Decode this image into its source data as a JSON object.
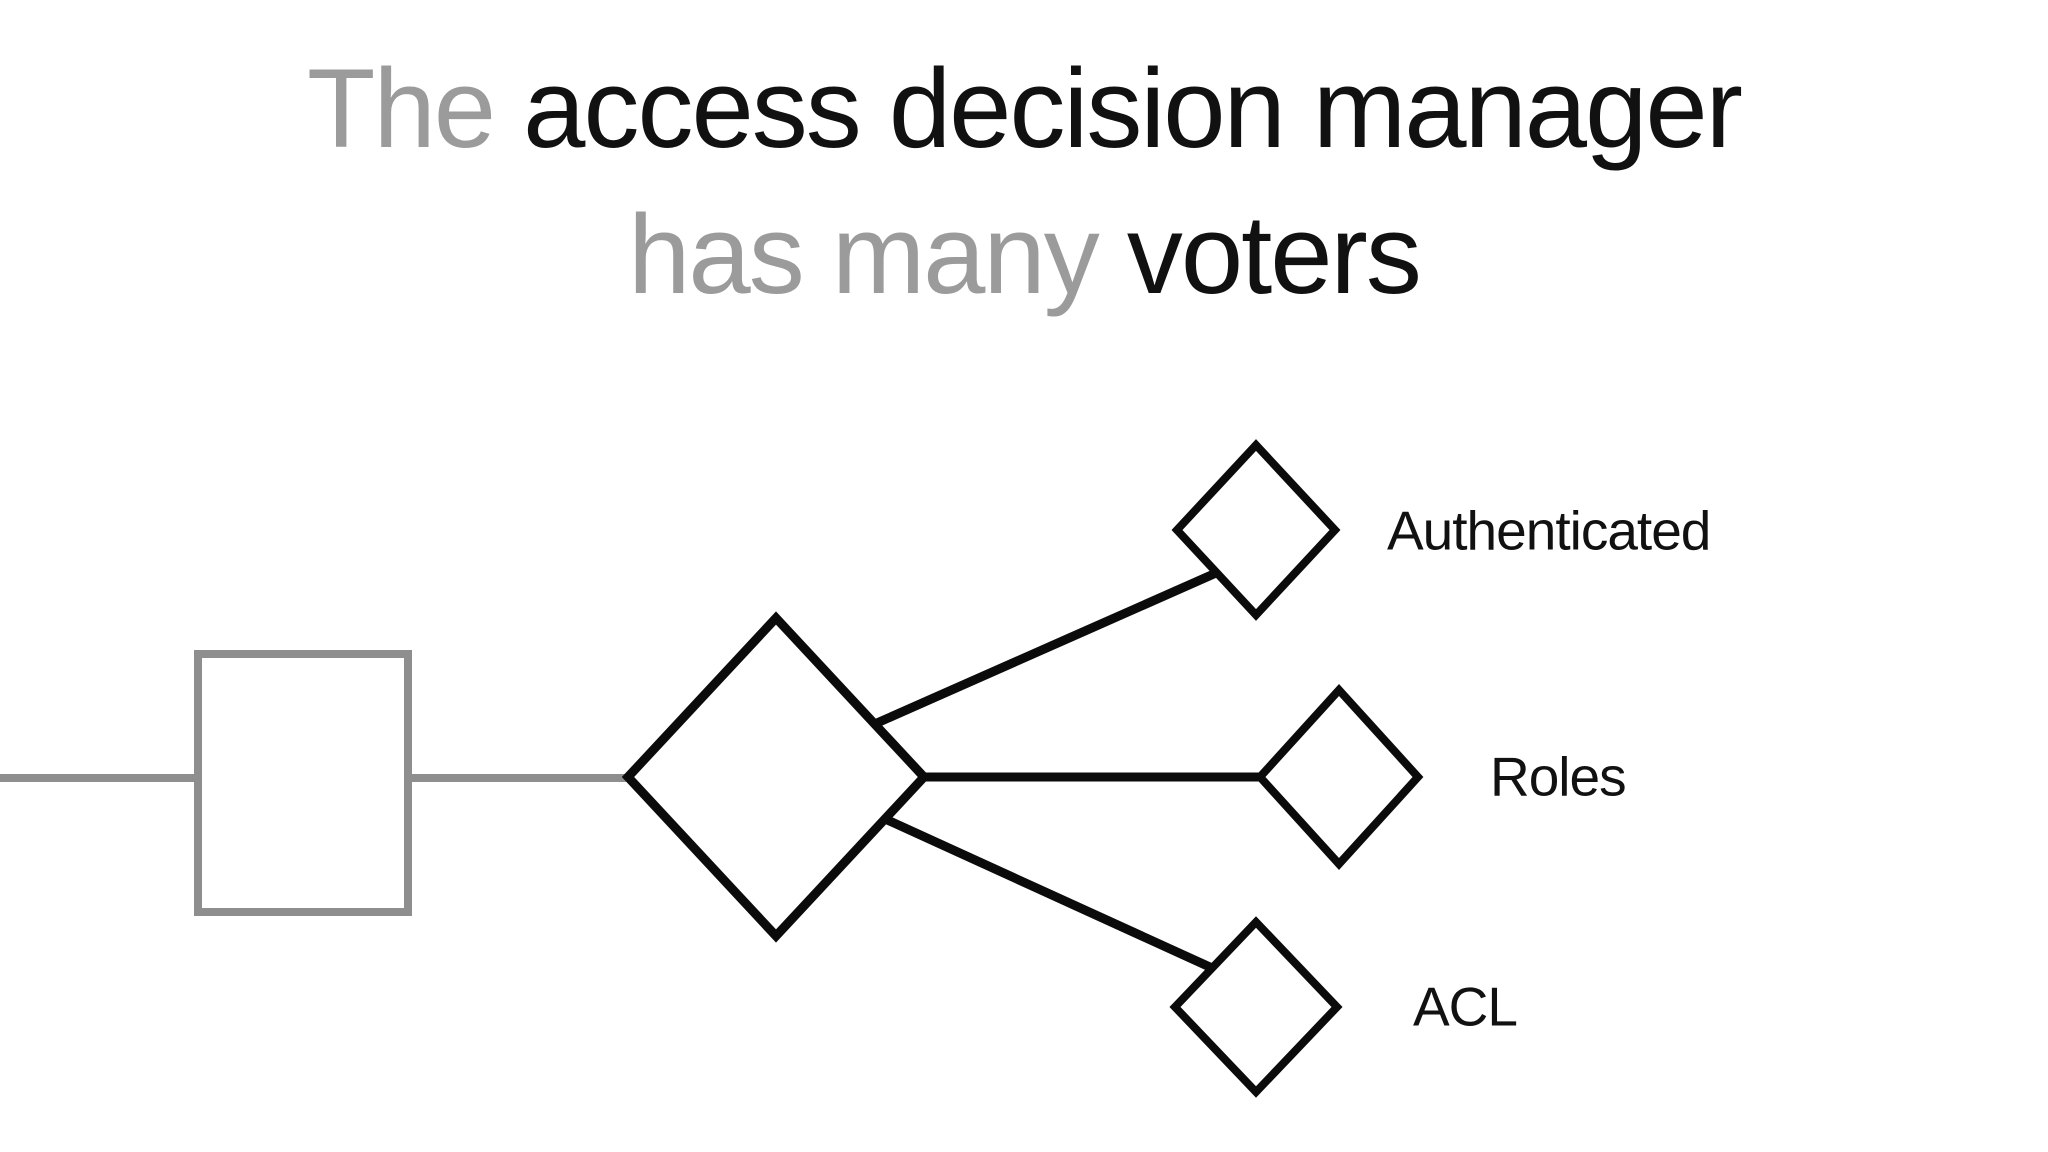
{
  "title": {
    "line1_gray": "The",
    "line1_black": "access decision manager",
    "line2_gray": "has many",
    "line2_black": "voters"
  },
  "diagram": {
    "voters": [
      {
        "label": "Authenticated"
      },
      {
        "label": "Roles"
      },
      {
        "label": "ACL"
      }
    ]
  },
  "colors": {
    "title_gray": "#9b9b9b",
    "text_black": "#111111",
    "diagram_gray": "#8e8e8e",
    "line_black": "#0b0b0b",
    "bg": "#ffffff"
  }
}
